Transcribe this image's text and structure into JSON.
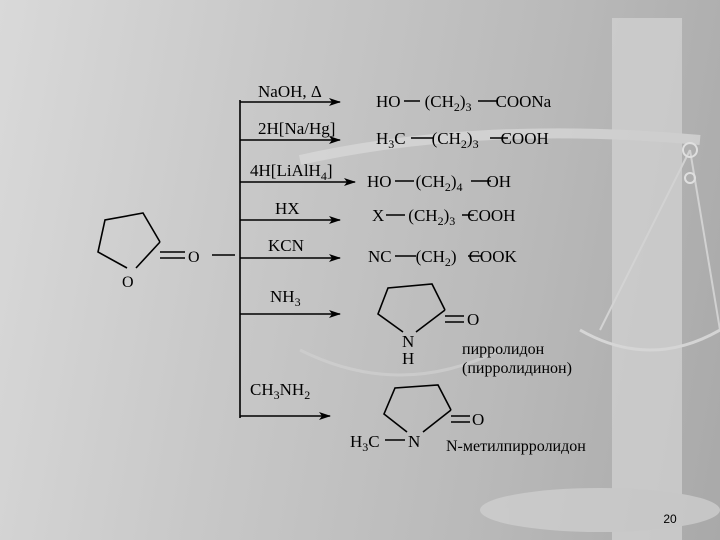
{
  "slide": {
    "page_number": "20",
    "background_color": "#c4c4c4",
    "decoration": "scales-watermark"
  },
  "reactant": {
    "ring_o_label": "O",
    "carbonyl_o_label": "O"
  },
  "reactions": [
    {
      "reagent": {
        "main": "NaOH, Δ"
      },
      "product": {
        "parts": [
          "HO",
          "(CH",
          "2",
          ")",
          "3",
          "COONa"
        ]
      }
    },
    {
      "reagent": {
        "main": "2H[Na/Hg]"
      },
      "product": {
        "parts": [
          "H",
          "3",
          "C",
          "(CH",
          "2",
          ")",
          "3",
          "COOH"
        ]
      }
    },
    {
      "reagent": {
        "parts": [
          "4H[LiAlH",
          "4",
          "]"
        ]
      },
      "product": {
        "parts": [
          "HO",
          "(CH",
          "2",
          ")",
          "4",
          "OH"
        ]
      }
    },
    {
      "reagent": {
        "main": "HX"
      },
      "product": {
        "parts": [
          "X",
          "(CH",
          "2",
          ")",
          "3",
          "COOH"
        ]
      }
    },
    {
      "reagent": {
        "main": "KCN"
      },
      "product": {
        "parts": [
          "NC",
          "(CH",
          "2",
          ")",
          "COOK"
        ]
      }
    },
    {
      "reagent": {
        "parts": [
          "NH",
          "3"
        ]
      },
      "product": {
        "ring_n": "N",
        "ring_h": "H",
        "carbonyl_o": "O",
        "name_line1": "пирролидон",
        "name_line2": "(пирролидинон)"
      }
    },
    {
      "reagent": {
        "parts": [
          "CH",
          "3",
          "NH",
          "2"
        ]
      },
      "product": {
        "ring_n": "N",
        "methyl": [
          "H",
          "3",
          "C"
        ],
        "carbonyl_o": "O",
        "name_line1": "N-метилпирролидон"
      }
    }
  ]
}
